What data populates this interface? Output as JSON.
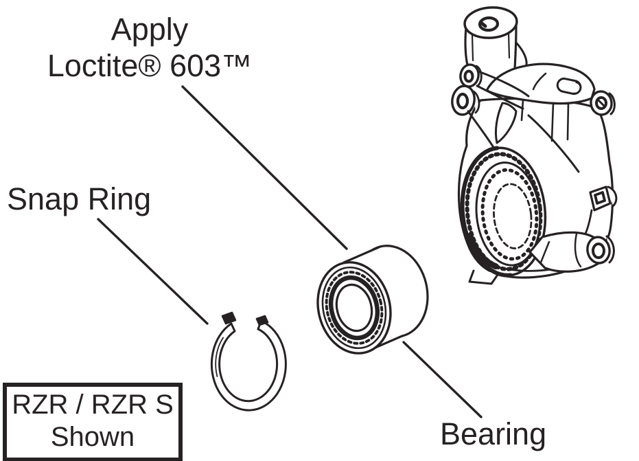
{
  "colors": {
    "ink": "#262223",
    "background": "#ffffff"
  },
  "labels": {
    "apply_loctite": {
      "line1": "Apply",
      "line2": "Loctite® 603™"
    },
    "snap_ring": "Snap Ring",
    "bearing": "Bearing"
  },
  "caption_box": {
    "line1": "RZR / RZR S",
    "line2": "Shown"
  }
}
